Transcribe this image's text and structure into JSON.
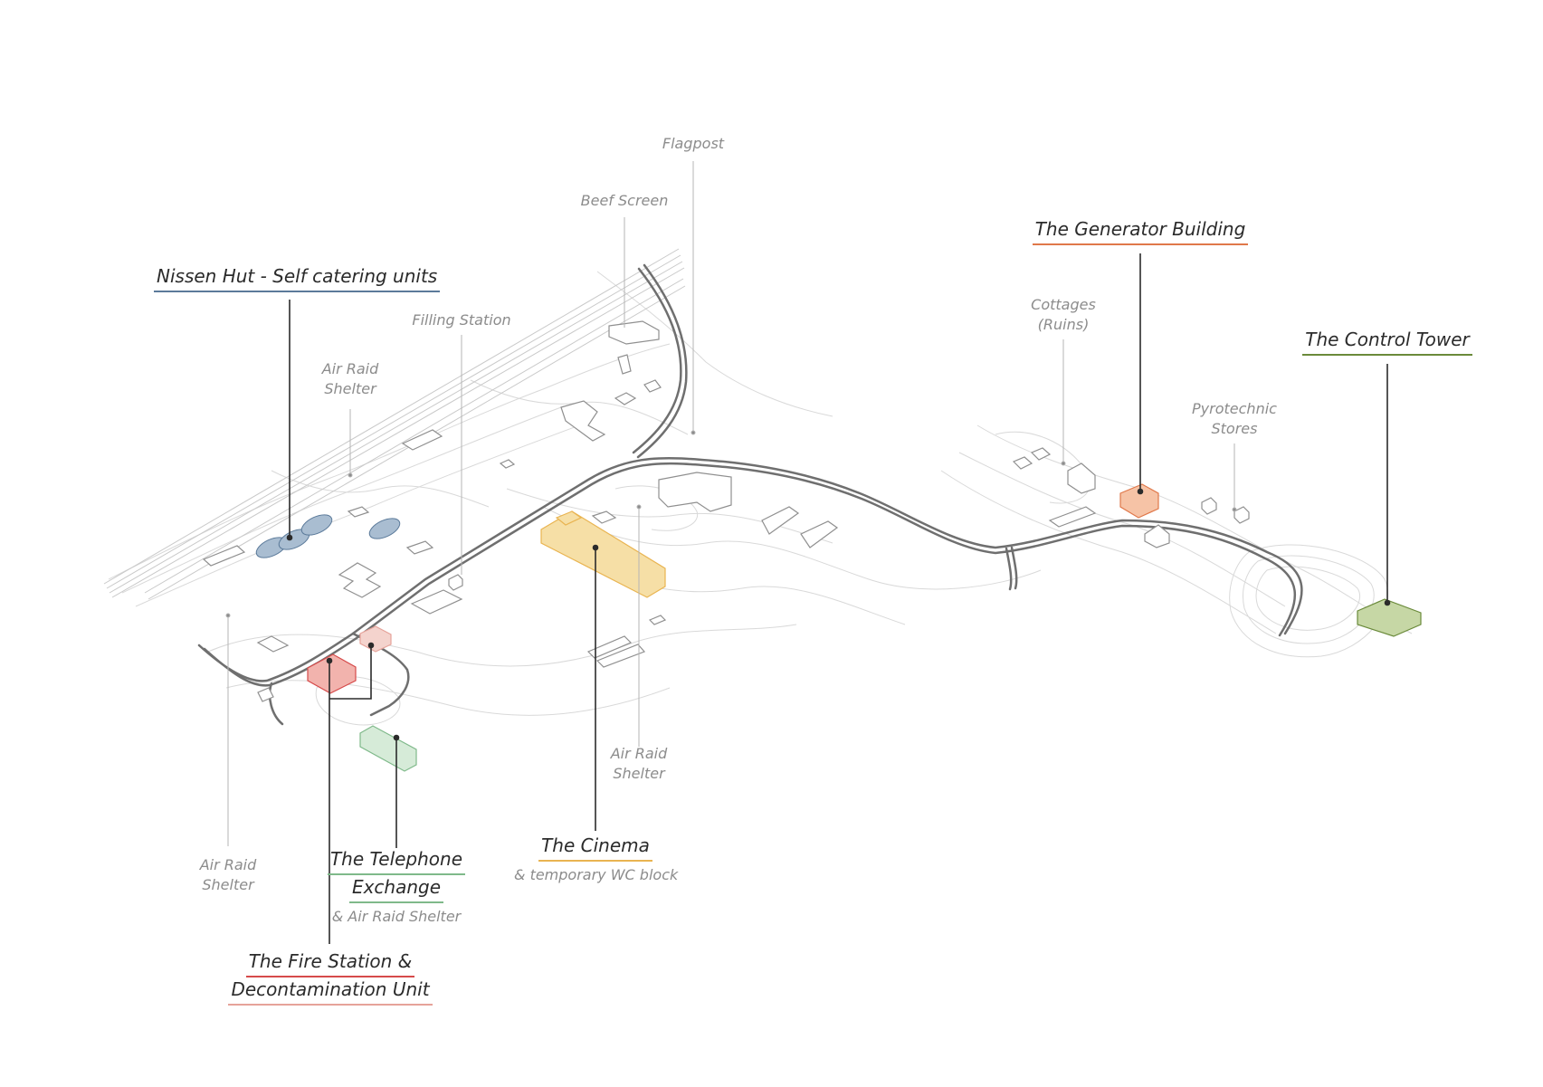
{
  "colors": {
    "nissen": "#5b7a9a",
    "generator": "#e0784a",
    "control_tower": "#6a8a3a",
    "telephone": "#7fb98a",
    "cinema": "#e9b451",
    "fire_station": "#d64a4a",
    "fire_station_2": "#e6a39a",
    "leader": "#2b2b2b",
    "minor_leader": "#b5b5b5"
  },
  "labels": {
    "flagpost": "Flagpost",
    "beef_screen": "Beef Screen",
    "filling_station": "Filling Station",
    "air_raid_top": [
      "Air Raid",
      "Shelter"
    ],
    "air_raid_mid": [
      "Air Raid",
      "Shelter"
    ],
    "air_raid_left": [
      "Air Raid",
      "Shelter"
    ],
    "cottages": [
      "Cottages",
      "(Ruins)"
    ],
    "pyrotechnic": [
      "Pyrotechnic",
      "Stores"
    ],
    "nissen": "Nissen Hut - Self catering units",
    "generator": "The Generator Building",
    "control_tower": "The Control Tower",
    "telephone": [
      "The Telephone",
      "Exchange"
    ],
    "telephone_sub": "& Air Raid Shelter",
    "cinema": "The Cinema",
    "cinema_sub": "& temporary WC block",
    "fire_station": [
      "The Fire Station &",
      "Decontamination Unit"
    ]
  }
}
